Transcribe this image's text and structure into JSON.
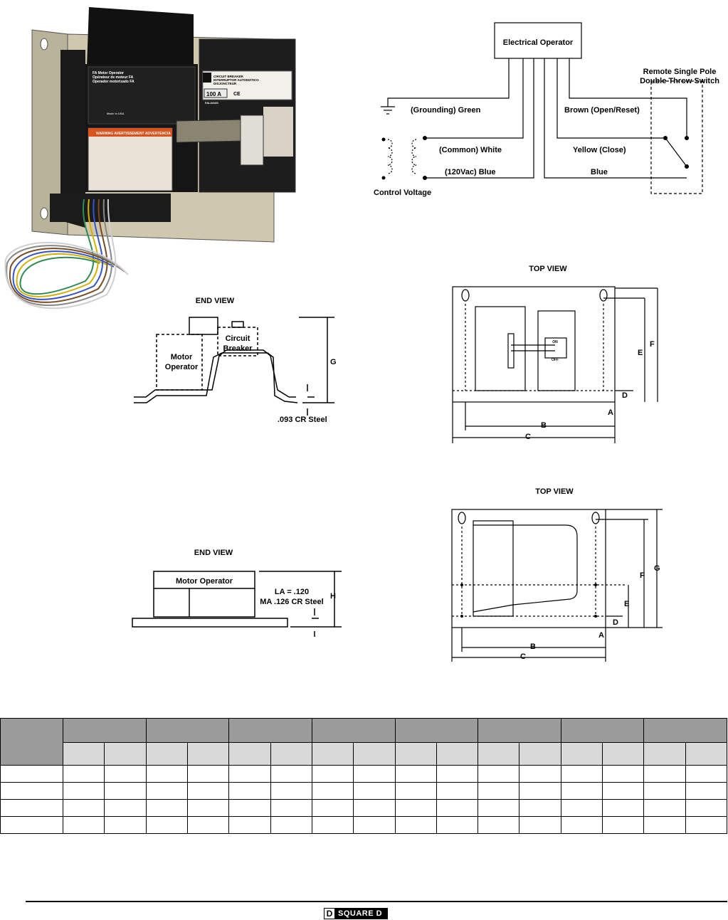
{
  "photo": {
    "breaker_rating": "100 A",
    "motor_label_lines": [
      "FA Motor Operator",
      "Opérateur de moteur FA",
      "Operador motorizado FA"
    ],
    "breaker_label_lines": [
      "CIRCUIT BREAKER",
      "INTERRUPTOR AUTOMATICO",
      "DISJONCTEUR"
    ],
    "breaker_catalog": "FAL34100",
    "warning_label": "WARNING AVERTISSEMENT ADVERTENCIA",
    "made_in": "Made in USA",
    "ce_mark": "CE"
  },
  "wiring": {
    "operator": "Electrical Operator",
    "switch_title_1": "Remote Single Pole",
    "switch_title_2": "Double Throw Switch",
    "grounding": "(Grounding) Green",
    "common": "(Common) White",
    "vac": "(120Vac) Blue",
    "control": "Control Voltage",
    "brown": "Brown (Open/Reset)",
    "yellow": "Yellow (Close)",
    "blue": "Blue"
  },
  "end_view_1": {
    "title": "END VIEW",
    "motor_1": "Motor",
    "motor_2": "Operator",
    "breaker_1": "Circuit",
    "breaker_2": "Breaker",
    "dim_g": "G",
    "steel": ".093 CR Steel"
  },
  "top_view_1": {
    "title": "TOP VIEW",
    "on": "ON",
    "off": "OFF",
    "a": "A",
    "b": "B",
    "c": "C",
    "d": "D",
    "e": "E",
    "f": "F"
  },
  "end_view_2": {
    "title": "END VIEW",
    "motor": "Motor Operator",
    "la": "LA = .120",
    "ma": "MA .126 CR Steel",
    "dim_h": "H"
  },
  "top_view_2": {
    "title": "TOP VIEW",
    "a": "A",
    "b": "B",
    "c": "C",
    "d": "D",
    "e": "E",
    "f": "F",
    "g": "G"
  },
  "footer": {
    "brand": "SQUARE D",
    "brand_letter": "D"
  },
  "colors": {
    "table_header": "#9b9b9b",
    "table_subheader": "#d9d9d9",
    "wire_green": "#2e8b57",
    "wire_yellow": "#d4b000",
    "wire_blue": "#3355cc",
    "wire_brown": "#7a4a1e"
  }
}
